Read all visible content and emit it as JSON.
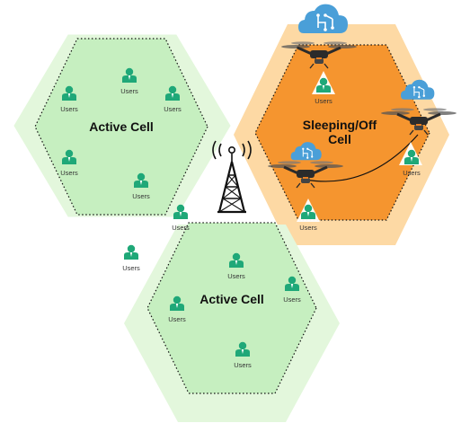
{
  "cells": [
    {
      "id": "active-1",
      "title_lines": [
        "Active Cell"
      ]
    },
    {
      "id": "sleeping",
      "title_lines": [
        "Sleeping/Off",
        "Cell"
      ]
    },
    {
      "id": "active-2",
      "title_lines": [
        "Active Cell"
      ]
    }
  ],
  "user_label": "Users",
  "colors": {
    "active_fill": "#e3f7dc",
    "active_inner_fill": "#c6efc0",
    "sleeping_outer_fill": "#fdd9a4",
    "sleeping_inner_fill": "#f5952f",
    "user_icon": "#1fa878",
    "cloud": "#4a9fd8",
    "tower": "#111111"
  },
  "icons": [
    "user-icon",
    "drone-icon",
    "cloud-network-icon",
    "cell-tower-icon"
  ]
}
